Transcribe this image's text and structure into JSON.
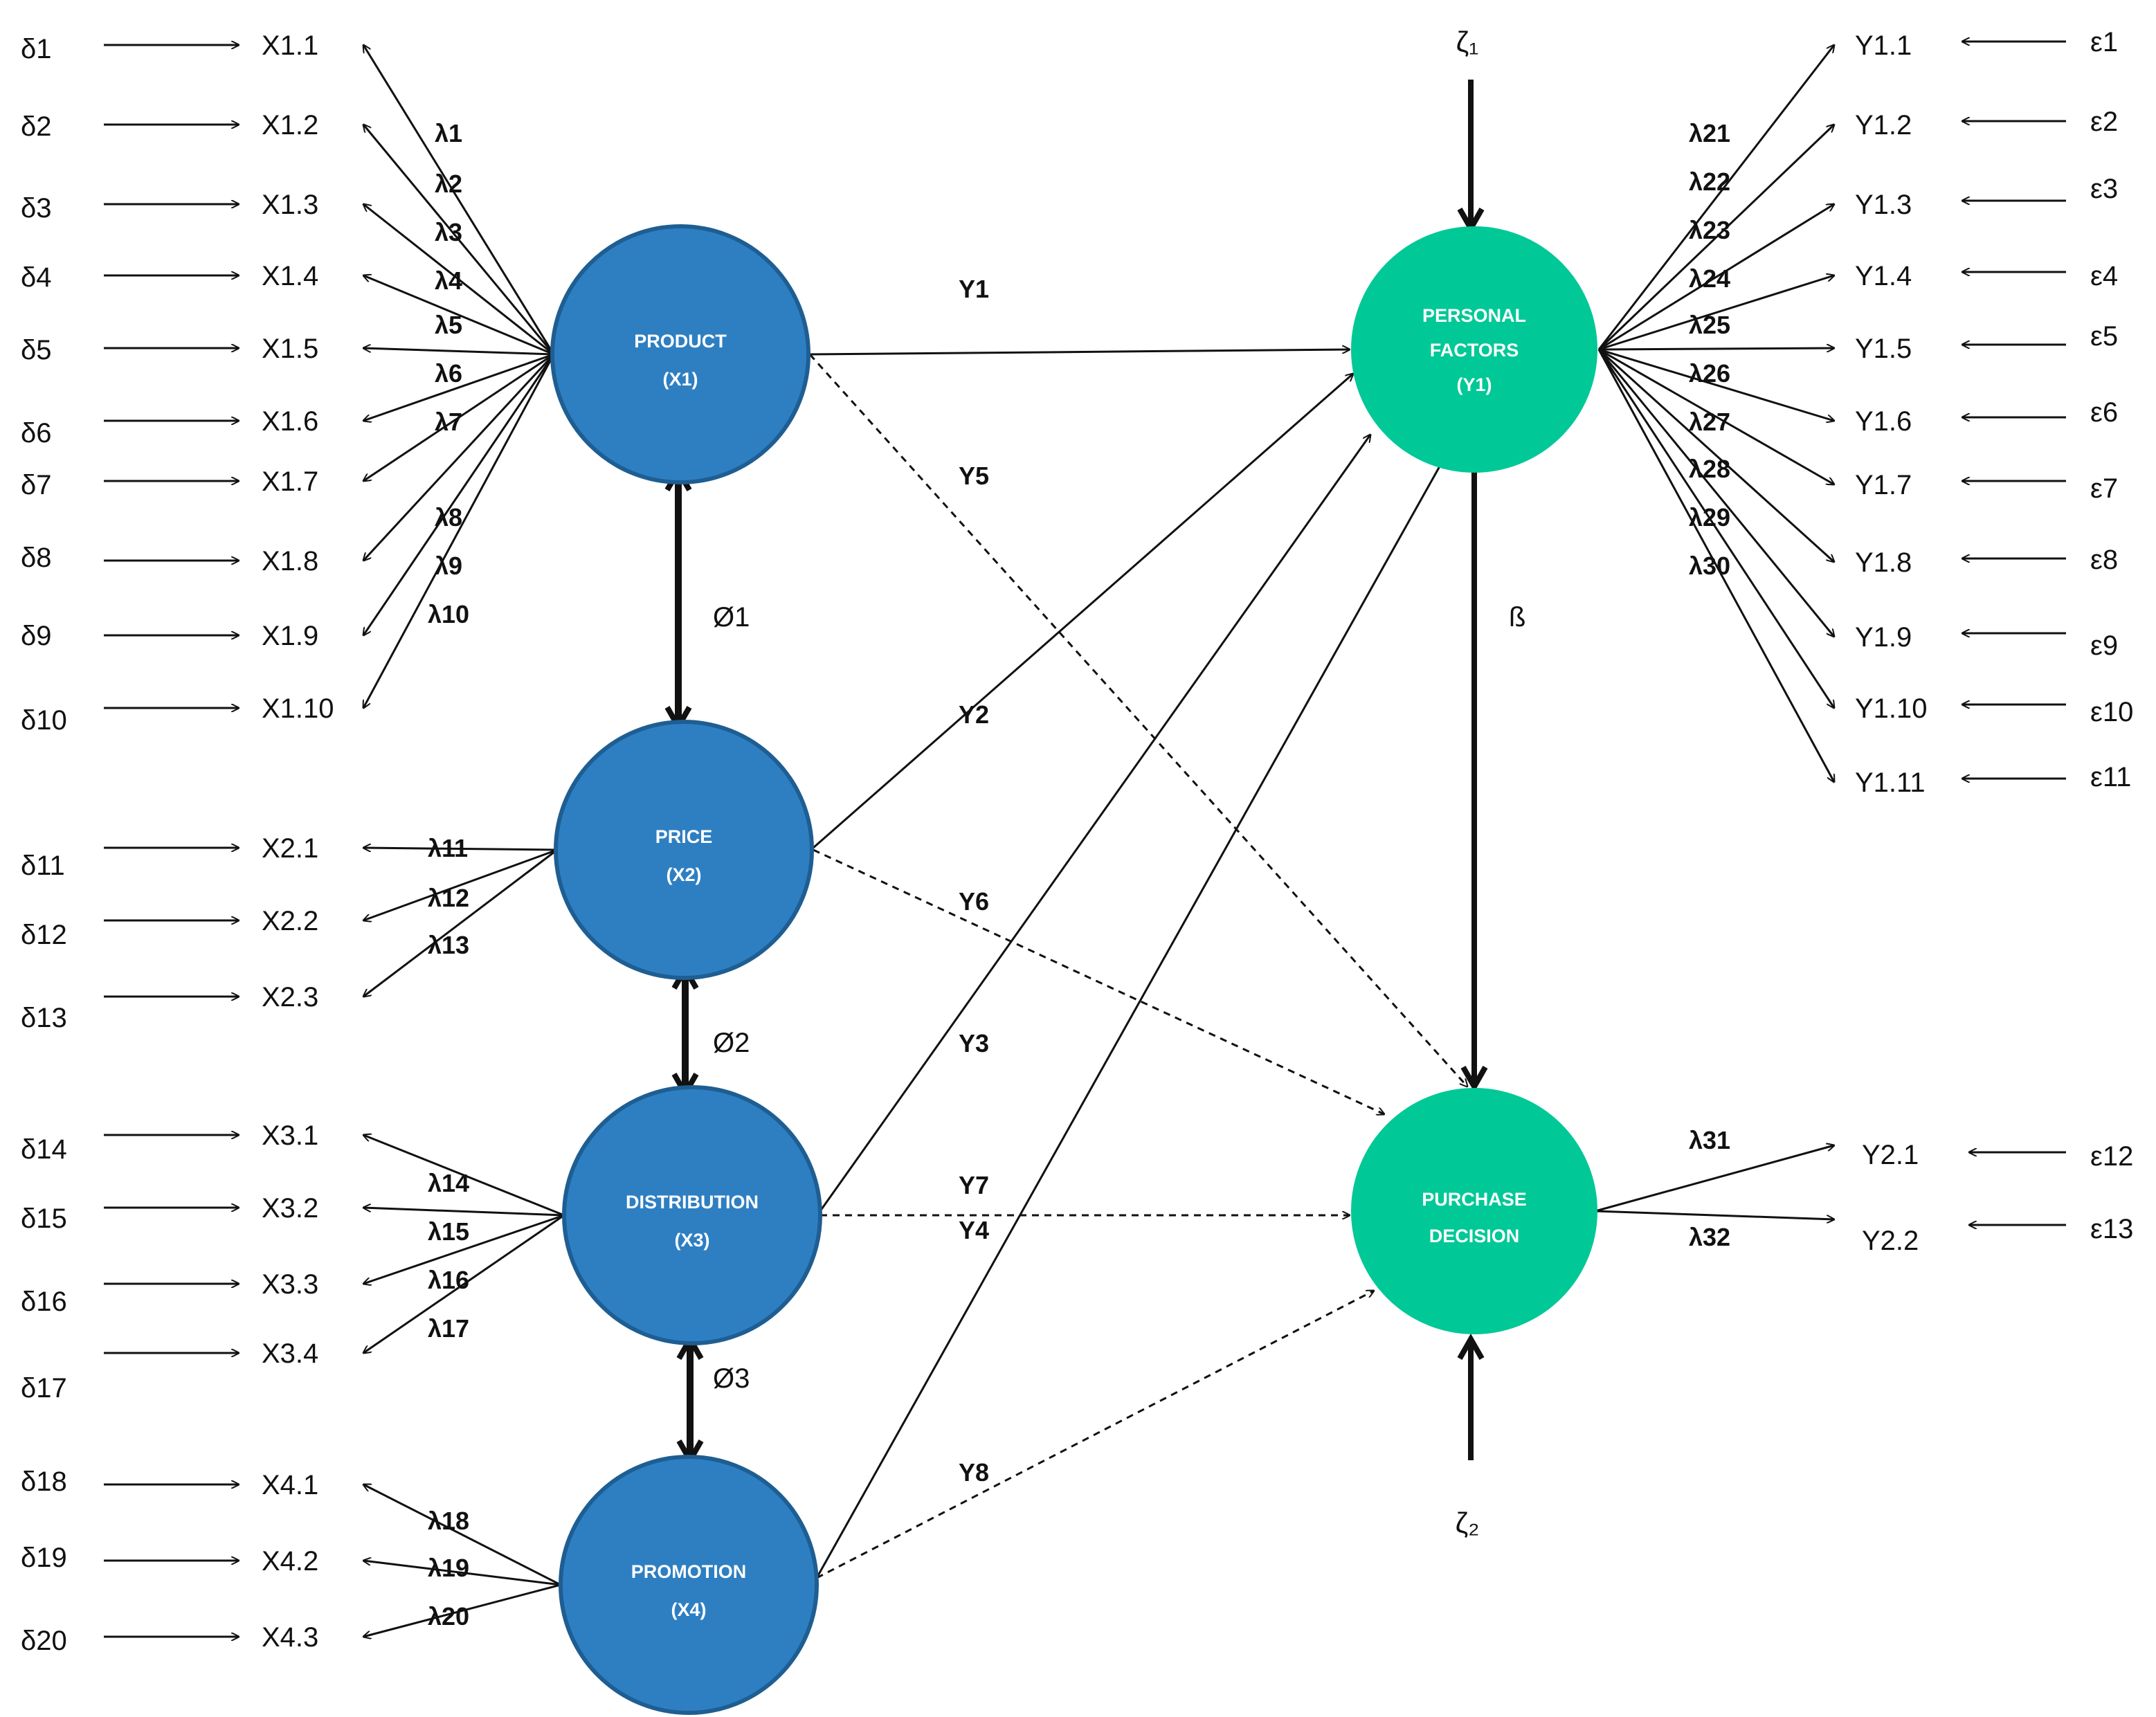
{
  "colors": {
    "exogenous_fill": "#2E7FC2",
    "exogenous_stroke": "#1E5E92",
    "endogenous_fill": "#00C896",
    "line": "#111111"
  },
  "constructs": {
    "product": {
      "line1": "PRODUCT",
      "line2": "(X1)"
    },
    "price": {
      "line1": "PRICE",
      "line2": "(X2)"
    },
    "distribution": {
      "line1": "DISTRIBUTION",
      "line2": "(X3)"
    },
    "promotion": {
      "line1": "PROMOTION",
      "line2": "(X4)"
    },
    "personal": {
      "line1": "PERSONAL",
      "line2": "FACTORS",
      "line3": "(Y1)"
    },
    "purchase": {
      "line1": "PURCHASE",
      "line2": "DECISION"
    }
  },
  "exogenous_indicators": [
    {
      "indicator": "X1.1",
      "error": "δ1",
      "loading": "λ1"
    },
    {
      "indicator": "X1.2",
      "error": "δ2",
      "loading": "λ2"
    },
    {
      "indicator": "X1.3",
      "error": "δ3",
      "loading": "λ3"
    },
    {
      "indicator": "X1.4",
      "error": "δ4",
      "loading": "λ4"
    },
    {
      "indicator": "X1.5",
      "error": "δ5",
      "loading": "λ5"
    },
    {
      "indicator": "X1.6",
      "error": "δ6",
      "loading": "λ6"
    },
    {
      "indicator": "X1.7",
      "error": "δ7",
      "loading": "λ7"
    },
    {
      "indicator": "X1.8",
      "error": "δ8",
      "loading": "λ8"
    },
    {
      "indicator": "X1.9",
      "error": "δ9",
      "loading": "λ9"
    },
    {
      "indicator": "X1.10",
      "error": "δ10",
      "loading": "λ10"
    },
    {
      "indicator": "X2.1",
      "error": "δ11",
      "loading": "λ11"
    },
    {
      "indicator": "X2.2",
      "error": "δ12",
      "loading": "λ12"
    },
    {
      "indicator": "X2.3",
      "error": "δ13",
      "loading": "λ13"
    },
    {
      "indicator": "X3.1",
      "error": "δ14",
      "loading": "λ14"
    },
    {
      "indicator": "X3.2",
      "error": "δ15",
      "loading": "λ15"
    },
    {
      "indicator": "X3.3",
      "error": "δ16",
      "loading": "λ16"
    },
    {
      "indicator": "X3.4",
      "error": "δ17",
      "loading": "λ17"
    },
    {
      "indicator": "X4.1",
      "error": "δ18",
      "loading": "λ18"
    },
    {
      "indicator": "X4.2",
      "error": "δ19",
      "loading": "λ19"
    },
    {
      "indicator": "X4.3",
      "error": "δ20",
      "loading": "λ20"
    }
  ],
  "endogenous_indicators": [
    {
      "indicator": "Y1.1",
      "error": "ε1",
      "loading": "λ21"
    },
    {
      "indicator": "Y1.2",
      "error": "ε2",
      "loading": "λ22"
    },
    {
      "indicator": "Y1.3",
      "error": "ε3",
      "loading": "λ23"
    },
    {
      "indicator": "Y1.4",
      "error": "ε4",
      "loading": "λ24"
    },
    {
      "indicator": "Y1.5",
      "error": "ε5",
      "loading": "λ25"
    },
    {
      "indicator": "Y1.6",
      "error": "ε6",
      "loading": "λ26"
    },
    {
      "indicator": "Y1.7",
      "error": "ε7",
      "loading": "λ27"
    },
    {
      "indicator": "Y1.8",
      "error": "ε8",
      "loading": "λ28"
    },
    {
      "indicator": "Y1.9",
      "error": "ε9",
      "loading": "λ29"
    },
    {
      "indicator": "Y1.10",
      "error": "ε10",
      "loading": "λ30"
    },
    {
      "indicator": "Y1.11",
      "error": "ε11"
    },
    {
      "indicator": "Y2.1",
      "error": "ε12",
      "loading": "λ31"
    },
    {
      "indicator": "Y2.2",
      "error": "ε13",
      "loading": "λ32"
    }
  ],
  "structural_paths": {
    "g1": "Y1",
    "g2": "Y2",
    "g3": "Y3",
    "g4": "Y4",
    "g5": "Y5",
    "g6": "Y6",
    "g7": "Y7",
    "g8": "Y8",
    "beta": "ß"
  },
  "covariances": {
    "phi1": "Ø1",
    "phi2": "Ø2",
    "phi3": "Ø3"
  },
  "disturbances": {
    "zeta1": "ζ₁",
    "zeta2": "ζ₂"
  }
}
